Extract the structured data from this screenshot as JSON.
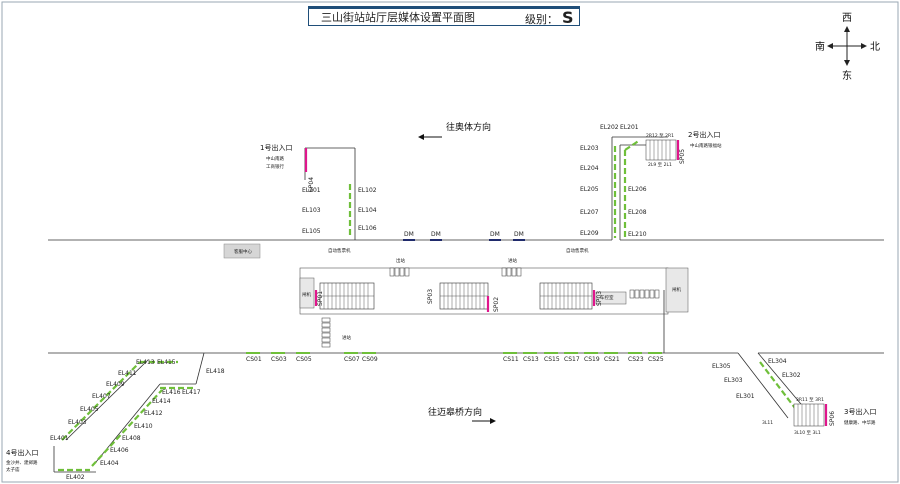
{
  "header": {
    "title": "三山街站站厅层媒体设置平面图",
    "level_label": "级别：",
    "level_value": "S"
  },
  "compass": {
    "north": "北",
    "south": "南",
    "east": "东",
    "west": "西"
  },
  "directions": {
    "top": "往奥体方向",
    "bottom": "往迈皋桥方向"
  },
  "exits": {
    "exit1": {
      "name": "1号出入口",
      "desc1": "中山南路",
      "desc2": "工商银行"
    },
    "exit2": {
      "name": "2号出入口",
      "desc": "中山南路银福站"
    },
    "exit3": {
      "name": "3号出入口",
      "desc": "健康路、中华路"
    },
    "exit4": {
      "name": "4号出入口",
      "desc1": "金沙井、建邺路",
      "desc2": "太子庙"
    }
  },
  "screens": {
    "sp01": "SP01",
    "sp02": "SP02",
    "sp03": "SP03",
    "sp04": "SP04",
    "sp05": "SP05",
    "sp06": "SP06"
  },
  "dm": [
    "DM",
    "DM",
    "DM",
    "DM"
  ],
  "misc": {
    "gate_left": "闸机",
    "gate_right": "闸机",
    "lbl_exit_gate": "出站",
    "lbl_entry_gate": "进站",
    "machine_left": "自动售票机",
    "machine_right": "自动售票机",
    "office_label": "车控室",
    "left_room": "客服中心"
  },
  "stairs": {
    "s1": "2L9 至 2L1",
    "s2": "2R12 至 2R1",
    "s3": "3R11 至 3R1",
    "s4": "3L10 至 3L1",
    "s5": "3L11"
  },
  "el": {
    "EL101": "EL101",
    "EL102": "EL102",
    "EL103": "EL103",
    "EL104": "EL104",
    "EL105": "EL105",
    "EL106": "EL106",
    "EL201": "EL201",
    "EL202": "EL202",
    "EL203": "EL203",
    "EL204": "EL204",
    "EL205": "EL205",
    "EL206": "EL206",
    "EL207": "EL207",
    "EL208": "EL208",
    "EL209": "EL209",
    "EL210": "EL210",
    "EL301": "EL301",
    "EL302": "EL302",
    "EL303": "EL303",
    "EL304": "EL304",
    "EL305": "EL305",
    "EL401": "EL401",
    "EL402": "EL402",
    "EL403": "EL403",
    "EL404": "EL404",
    "EL405": "EL405",
    "EL406": "EL406",
    "EL407": "EL407",
    "EL408": "EL408",
    "EL409": "EL409",
    "EL410": "EL410",
    "EL411": "EL411",
    "EL412": "EL412",
    "EL413": "EL413",
    "EL414": "EL414",
    "EL415": "EL415",
    "EL416": "EL416",
    "EL417": "EL417",
    "EL418": "EL418"
  },
  "cs": {
    "CS01": "CS01",
    "CS03": "CS03",
    "CS05": "CS05",
    "CS07": "CS07",
    "CS09": "CS09",
    "CS11": "CS11",
    "CS13": "CS13",
    "CS15": "CS15",
    "CS17": "CS17",
    "CS19": "CS19",
    "CS21": "CS21",
    "CS23": "CS23",
    "CS25": "CS25"
  },
  "colors": {
    "green": "#6fbf3a",
    "magenta": "#e0168c",
    "navy": "#1f2a6b",
    "line": "#333333",
    "gray": "#c8c8c8"
  }
}
